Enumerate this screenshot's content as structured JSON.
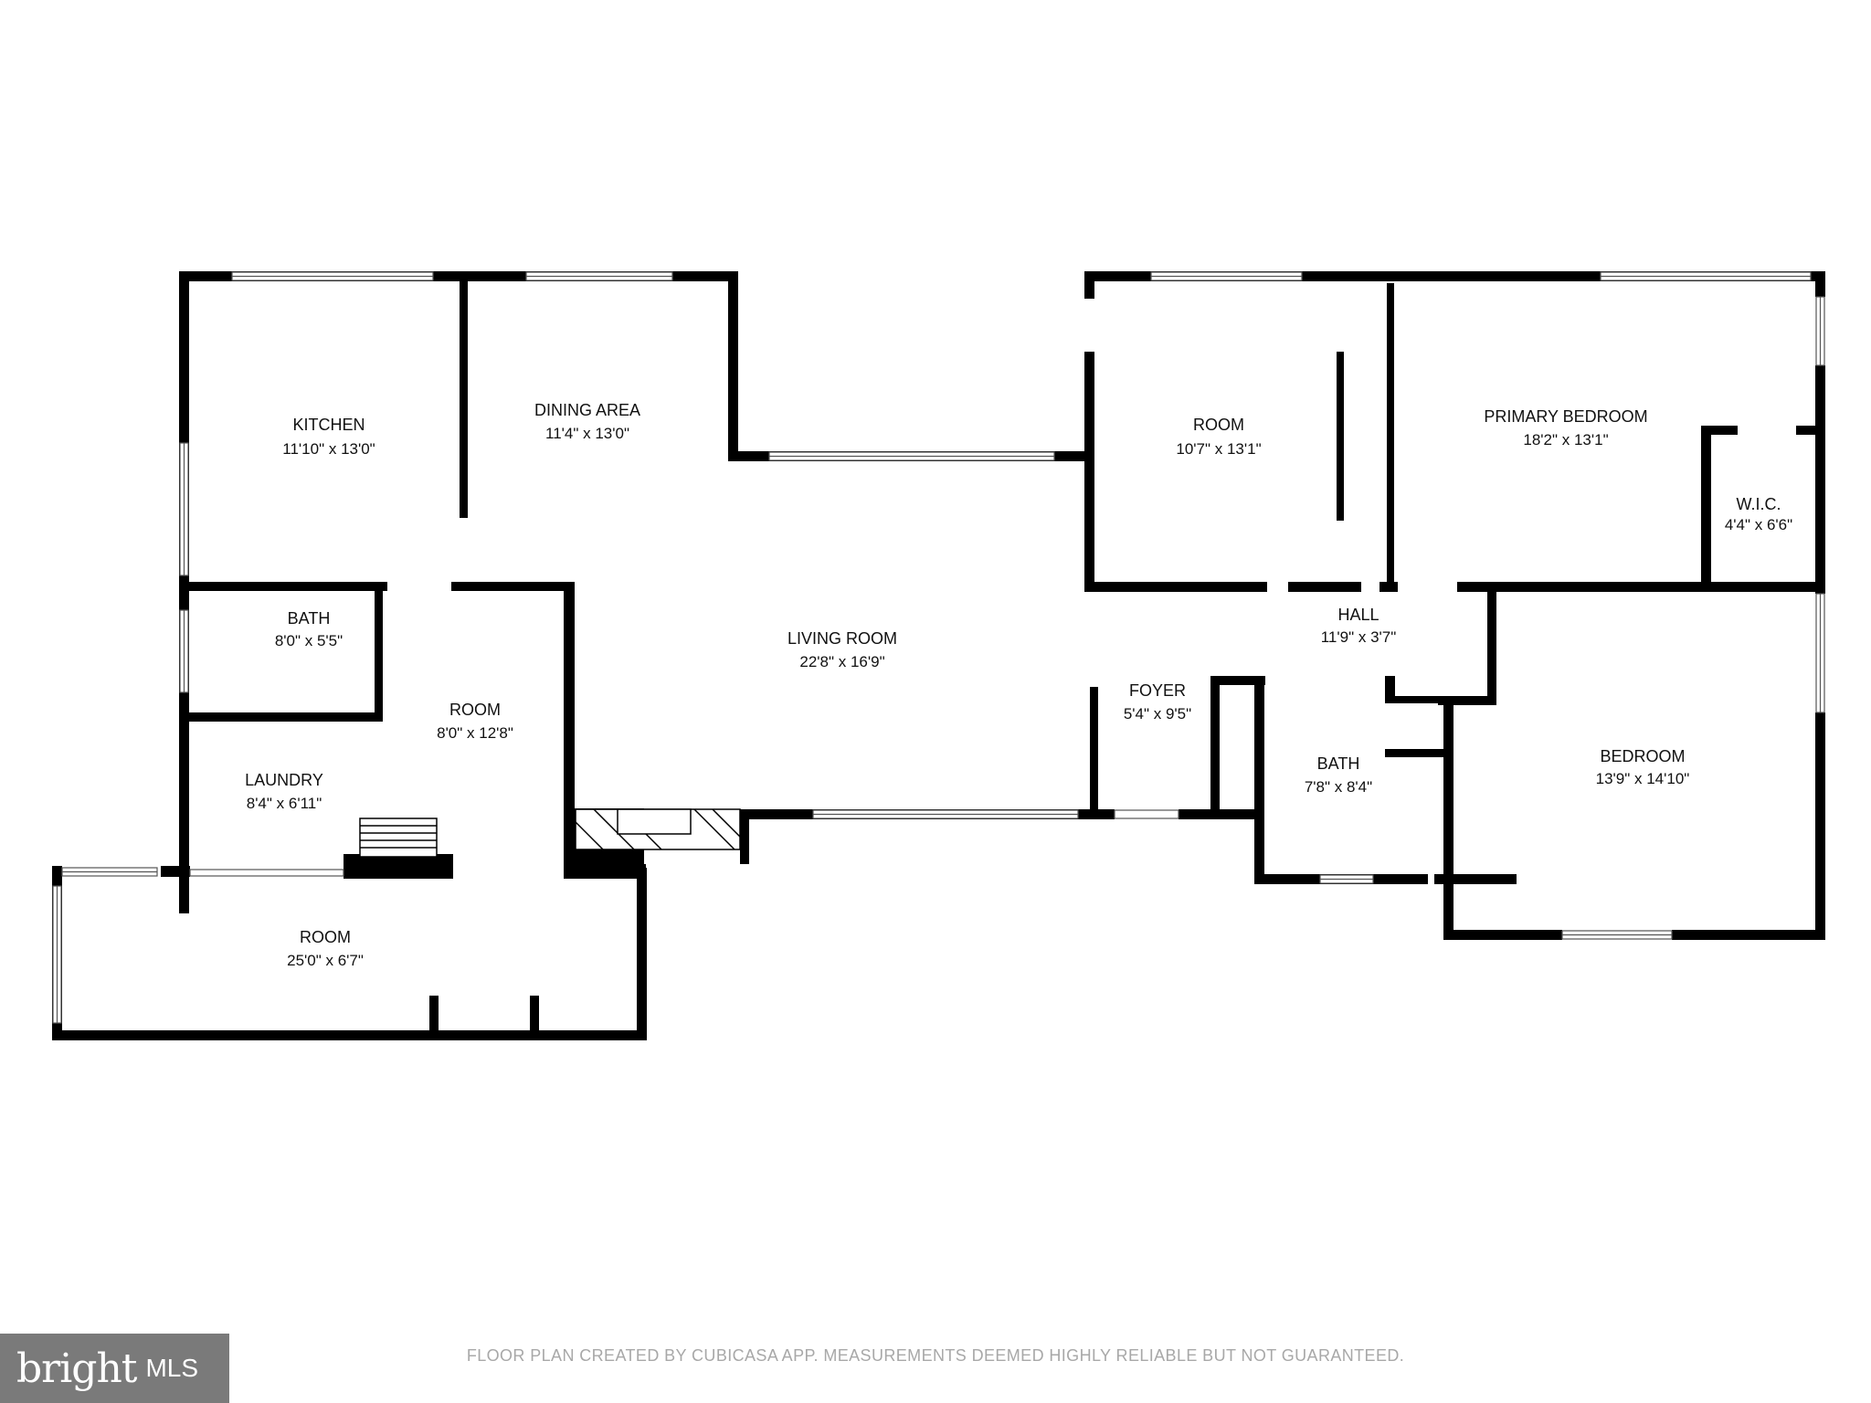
{
  "rooms": {
    "kitchen": {
      "name": "KITCHEN",
      "dim": "11'10\" x 13'0\""
    },
    "dining": {
      "name": "DINING AREA",
      "dim": "11'4\" x 13'0\""
    },
    "living": {
      "name": "LIVING ROOM",
      "dim": "22'8\" x 16'9\""
    },
    "room1": {
      "name": "ROOM",
      "dim": "10'7\" x 13'1\""
    },
    "primary": {
      "name": "PRIMARY BEDROOM",
      "dim": "18'2\" x 13'1\""
    },
    "wic": {
      "name": "W.I.C.",
      "dim": "4'4\" x 6'6\""
    },
    "bath1": {
      "name": "BATH",
      "dim": "8'0\" x 5'5\""
    },
    "room2": {
      "name": "ROOM",
      "dim": "8'0\" x 12'8\""
    },
    "laundry": {
      "name": "LAUNDRY",
      "dim": "8'4\" x 6'11\""
    },
    "hall": {
      "name": "HALL",
      "dim": "11'9\" x 3'7\""
    },
    "foyer": {
      "name": "FOYER",
      "dim": "5'4\" x 9'5\""
    },
    "bath2": {
      "name": "BATH",
      "dim": "7'8\" x 8'4\""
    },
    "bedroom": {
      "name": "BEDROOM",
      "dim": "13'9\" x 14'10\""
    },
    "room3": {
      "name": "ROOM",
      "dim": "25'0\" x 6'7\""
    }
  },
  "footer": {
    "disclaimer": "FLOOR PLAN CREATED BY CUBICASA APP. MEASUREMENTS DEEMED HIGHLY RELIABLE BUT NOT GUARANTEED.",
    "logo_word": "bright",
    "logo_mls": "MLS"
  },
  "colors": {
    "wall": "#000000",
    "window": "#ffffff",
    "logo_bg": "#7a7a7a",
    "logo_accent": "#e85a2a",
    "disclaimer": "#a8a8a8"
  }
}
